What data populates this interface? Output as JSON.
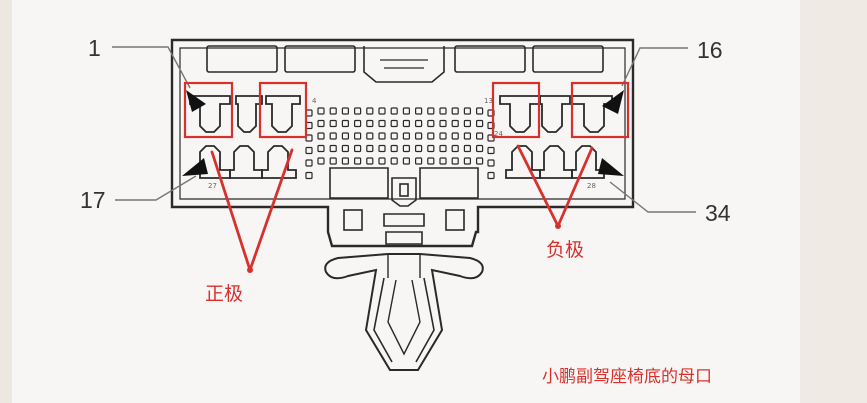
{
  "pin_labels": {
    "top_left": "1",
    "top_right": "16",
    "bottom_left": "17",
    "bottom_right": "34"
  },
  "small_pin_numbers": {
    "a": "4",
    "b": "13",
    "c": "27",
    "d": "24",
    "e": "28"
  },
  "annotations": {
    "positive": "正极",
    "negative": "负极",
    "caption": "小鹏副驾座椅底的母口"
  },
  "colors": {
    "annotation_red": "#d8312d",
    "line_dark": "#2a2a2a",
    "page_bg": "#f7f6f4"
  }
}
